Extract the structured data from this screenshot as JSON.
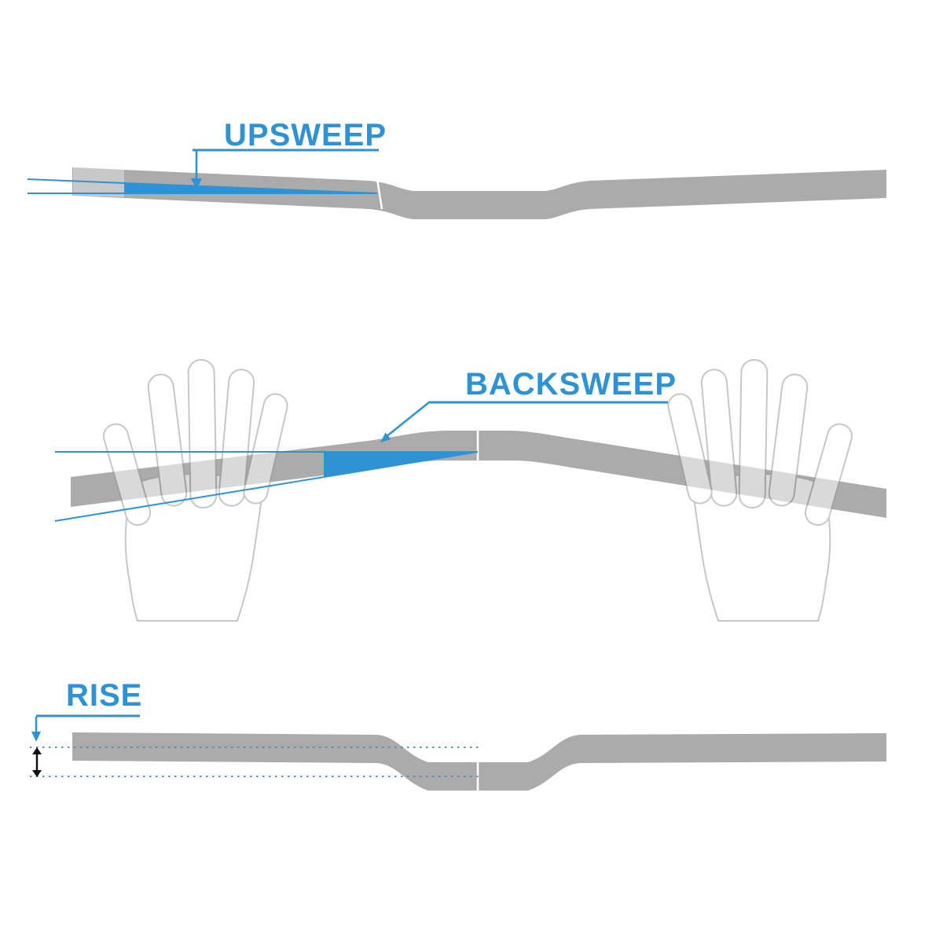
{
  "figure": {
    "background_color": "#ffffff",
    "accent_color": "#2F92D4",
    "bar_color": "#ABABAB",
    "hand_outline_color": "#C2C2C2",
    "rise_arrow_color": "#111111",
    "sections": {
      "upsweep": {
        "label": "UPSWEEP"
      },
      "backsweep": {
        "label": "BACKSWEEP"
      },
      "rise": {
        "label": "RISE"
      }
    }
  }
}
